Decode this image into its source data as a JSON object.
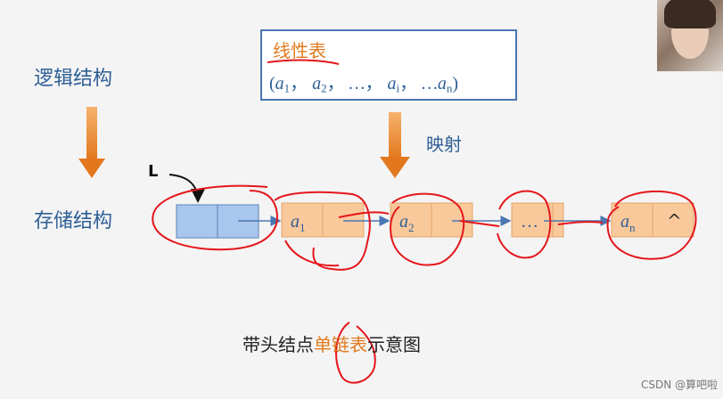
{
  "labels": {
    "logical": "逻辑结构",
    "storage": "存储结构",
    "mapping": "映射",
    "pointer": "L"
  },
  "linear_list": {
    "title": "线性表",
    "seq_open": "(",
    "seq_close": ")",
    "items": [
      {
        "base": "a",
        "sub": "1",
        "sep": "，"
      },
      {
        "base": "a",
        "sub": "2",
        "sep": "，"
      },
      {
        "base": "…",
        "sub": "",
        "sep": "，"
      },
      {
        "base": "a",
        "sub": "i",
        "sep": "，"
      },
      {
        "base": "…a",
        "sub": "n",
        "sep": ""
      }
    ]
  },
  "nodes": [
    {
      "base": "a",
      "sub": "1"
    },
    {
      "base": "a",
      "sub": "2"
    },
    {
      "base": "…",
      "sub": ""
    },
    {
      "base": "a",
      "sub": "n"
    }
  ],
  "null_marker": "^",
  "caption": {
    "before": "带头结点",
    "highlight": "单链表",
    "after": "示意图"
  },
  "watermark": "CSDN @算吧啦",
  "colors": {
    "node_fill": "#f9c89b",
    "node_stroke": "#e3a66b",
    "head_fill": "#a9c6ee",
    "head_stroke": "#6e8fbf",
    "accent": "#e07b1f",
    "label": "#2e5f96",
    "annotation": "#e4161b"
  }
}
